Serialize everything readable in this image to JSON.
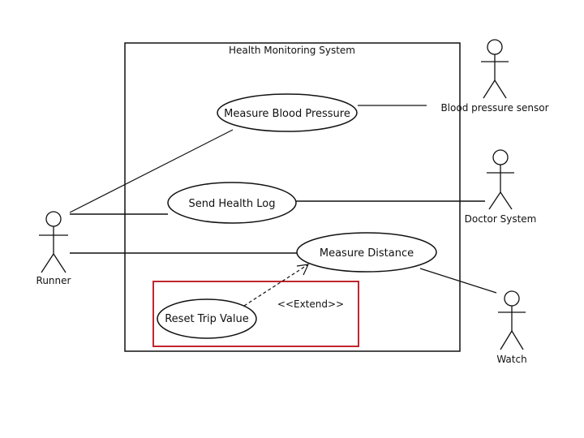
{
  "system": {
    "title": "Health Monitoring System"
  },
  "use_cases": {
    "measure_blood_pressure": "Measure Blood Pressure",
    "send_health_log": "Send Health Log",
    "measure_distance": "Measure Distance",
    "reset_trip_value": "Reset Trip Value"
  },
  "actors": {
    "runner": "Runner",
    "blood_pressure_sensor": "Blood pressure sensor",
    "doctor_system": "Doctor System",
    "watch": "Watch"
  },
  "relations": {
    "extend_label": "<<Extend>>"
  },
  "colors": {
    "highlight": "#c0262d",
    "ink": "#111111"
  }
}
